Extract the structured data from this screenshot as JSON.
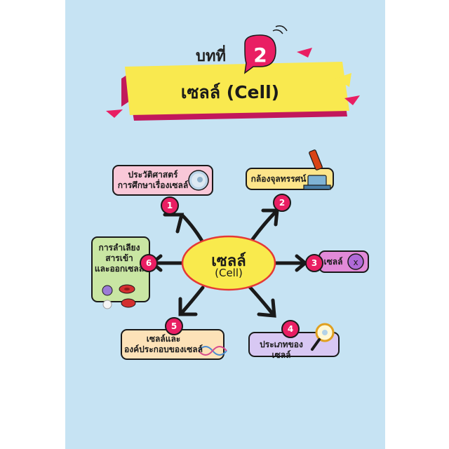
{
  "chapter": {
    "word": "บทที่",
    "number": "2"
  },
  "title": "เซลล์ (Cell)",
  "center": {
    "thai": "เซลล์",
    "english": "(Cell)"
  },
  "topics": [
    {
      "num": "1",
      "lines": [
        "ประวัติศาสตร์",
        "การศึกษาเรื่องเซลล์"
      ],
      "color": "#f9c8d8",
      "icon": "cell-microscope-view-icon"
    },
    {
      "num": "2",
      "lines": [
        "กล้องจุลทรรศน์"
      ],
      "color": "#fde58a",
      "icon": "microscope-icon"
    },
    {
      "num": "3",
      "lines": [
        "เซลล์"
      ],
      "color": "#e18ad8",
      "icon": "cell-icon"
    },
    {
      "num": "4",
      "lines": [
        "ประเภทของเซลล์"
      ],
      "color": "#d8c8f3",
      "icon": "magnifier-icon"
    },
    {
      "num": "5",
      "lines": [
        "เซลล์และ",
        "องค์ประกอบของเซลล์"
      ],
      "color": "#fde2b8",
      "icon": "dna-icon"
    },
    {
      "num": "6",
      "lines": [
        "การลำเลียง",
        "สารเข้า",
        "และออกเซลล์"
      ],
      "color": "#c9e6a3",
      "icon": "blood-cells-icon"
    }
  ],
  "colors": {
    "background": "#c6e3f3",
    "banner": "#f9e94f",
    "accent": "#e91e63",
    "ellipse": "#f9ea4d"
  }
}
